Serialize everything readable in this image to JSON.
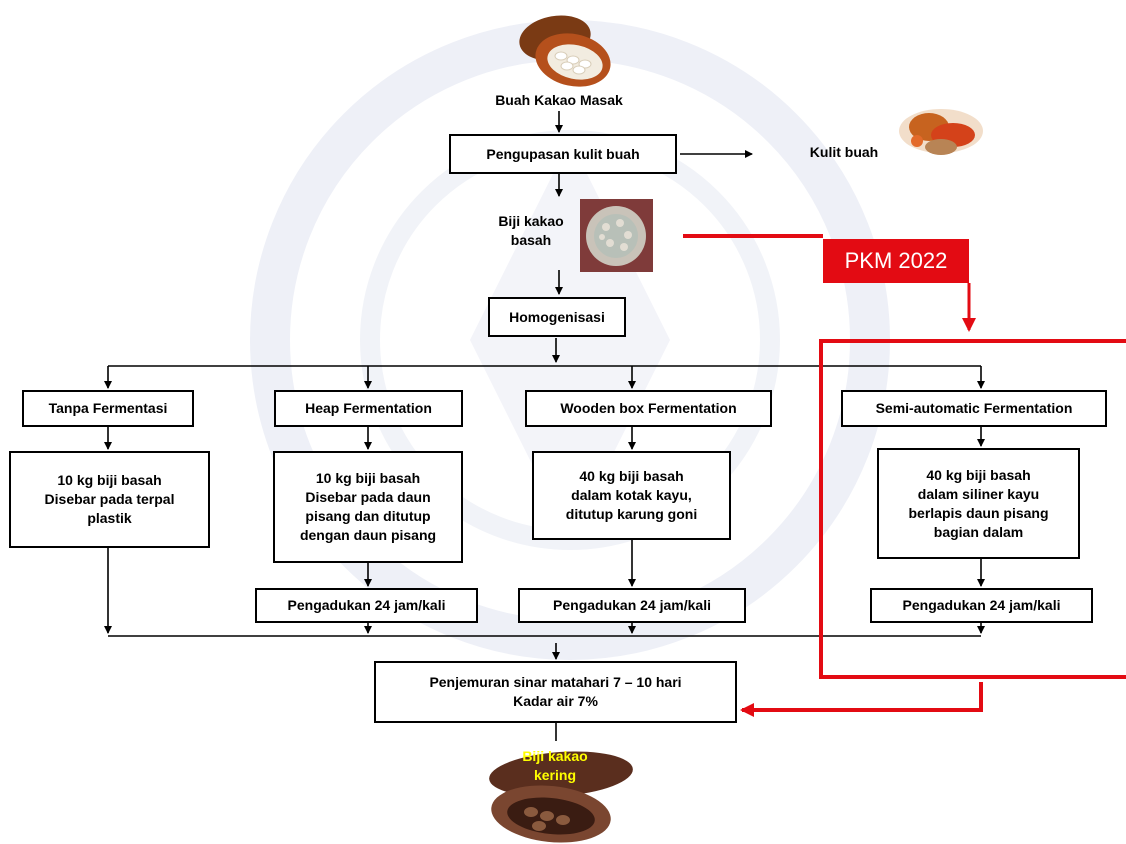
{
  "nodes": {
    "ripe_fruit_label": "Buah Kakao Masak",
    "peeling": "Pengupasan kulit buah",
    "husk_label": "Kulit buah",
    "wet_beans_label": "Biji kakao\nbasah",
    "homogenization": "Homogenisasi",
    "dried_beans_label": "Biji kakao\nkering"
  },
  "branches": [
    {
      "method": "Tanpa Fermentasi",
      "description": "10 kg biji basah\nDisebar pada terpal\nplastik"
    },
    {
      "method": "Heap Fermentation",
      "description": "10 kg biji basah\nDisebar pada daun\npisang dan ditutup\ndengan daun pisang",
      "stirring": "Pengadukan 24 jam/kali"
    },
    {
      "method": "Wooden box Fermentation",
      "description": "40 kg biji basah\ndalam kotak kayu,\nditutup karung goni",
      "stirring": "Pengadukan 24 jam/kali"
    },
    {
      "method": "Semi-automatic Fermentation",
      "description": "40 kg biji basah\ndalam siliner kayu\nberlapis daun pisang\nbagian dalam",
      "stirring": "Pengadukan 24 jam/kali"
    }
  ],
  "drying": "Penjemuran sinar matahari 7 – 10 hari\nKadar air 7%",
  "highlight": {
    "label": "PKM 2022",
    "color": "#e30b13"
  },
  "colors": {
    "dried_label": "#ffff00",
    "line": "#000000"
  },
  "icons": [
    "cocoa-pod-icon",
    "cocoa-husk-icon",
    "wet-beans-icon",
    "dried-pod-icon"
  ]
}
